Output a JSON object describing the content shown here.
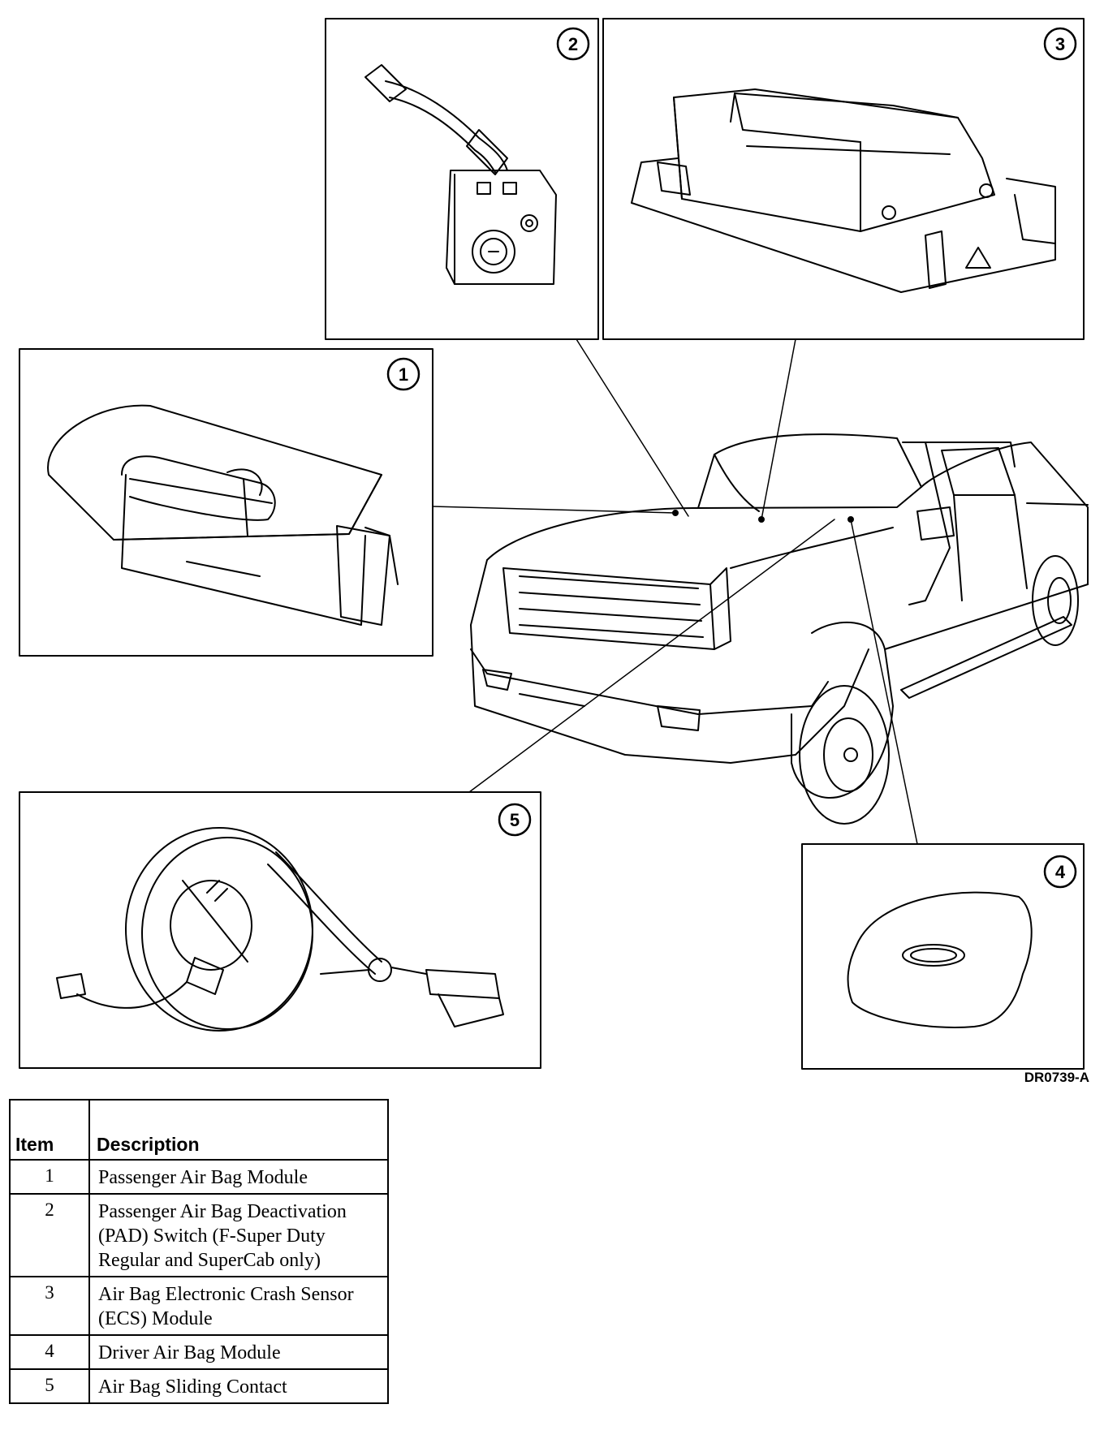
{
  "callouts": [
    {
      "number": "1",
      "name": "passenger-air-bag-module"
    },
    {
      "number": "2",
      "name": "pad-switch"
    },
    {
      "number": "3",
      "name": "ecs-module"
    },
    {
      "number": "4",
      "name": "driver-air-bag-module"
    },
    {
      "number": "5",
      "name": "sliding-contact"
    }
  ],
  "figure_code": "DR0739-A",
  "legend": {
    "headers": {
      "item": "Item",
      "description": "Description"
    },
    "rows": [
      {
        "item": "1",
        "description": "Passenger Air Bag Module"
      },
      {
        "item": "2",
        "description": "Passenger Air Bag Deactivation (PAD) Switch (F-Super Duty Regular and SuperCab only)"
      },
      {
        "item": "3",
        "description": "Air Bag Electronic Crash Sensor (ECS) Module"
      },
      {
        "item": "4",
        "description": "Driver Air Bag Module"
      },
      {
        "item": "5",
        "description": "Air Bag Sliding Contact"
      }
    ]
  }
}
